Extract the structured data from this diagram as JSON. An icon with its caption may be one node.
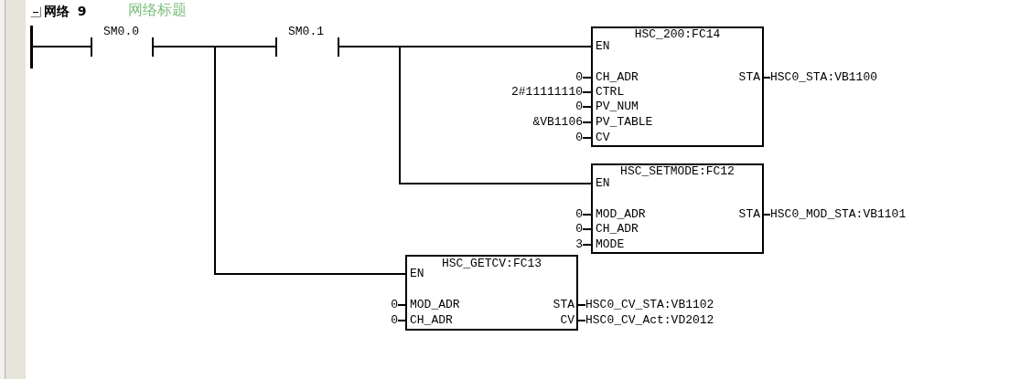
{
  "diagram": {
    "title": "网络 9",
    "nodes": [
      {
        "text": [],
        "shape": "bar"
      },
      {
        "text": [],
        "shape": "bar"
      },
      {
        "text": [
          "SM0.0"
        ]
      },
      {
        "text": [
          "SM0.1"
        ]
      },
      {
        "text": [
          "HSC_200:FC14",
          "EN",
          "CH_ADR",
          "CTRL",
          "PV_NUM",
          "PV_TABLE",
          "CV",
          "STA"
        ]
      },
      {
        "text": [
          "0"
        ]
      },
      {
        "text": [
          "2#11111110"
        ]
      },
      {
        "text": [
          "0"
        ]
      },
      {
        "text": [
          "&VB1106"
        ]
      },
      {
        "text": [
          "0"
        ]
      },
      {
        "text": [
          "HSC0_STA:VB1100"
        ]
      },
      {
        "text": [
          "HSC_SETMODE:FC12",
          "EN",
          "MOD_ADR",
          "CH_ADR",
          "MODE",
          "STA"
        ]
      },
      {
        "text": [
          "0"
        ]
      },
      {
        "text": [
          "0"
        ]
      },
      {
        "text": [
          "3"
        ]
      },
      {
        "text": [
          "HSC0_MOD_STA:VB1101"
        ]
      },
      {
        "text": [
          "HSC_GETCV:FC13",
          "EN",
          "MOD_ADR",
          "CH_ADR",
          "STA",
          "CV"
        ]
      },
      {
        "text": [
          "0"
        ]
      },
      {
        "text": [
          "0"
        ]
      },
      {
        "text": [
          "HSC0_CV_STA:VB1102"
        ]
      },
      {
        "text": [
          "HSC0_CV_Act:VD2012"
        ]
      }
    ],
    "edges": [
      {
        "from": 1,
        "to": 2,
        "arrow": "none"
      },
      {
        "from": 2,
        "to": 3,
        "arrow": "none"
      },
      {
        "from": 3,
        "to": 4,
        "arrow": "none"
      },
      {
        "from": 3,
        "to": 11,
        "arrow": "none"
      },
      {
        "from": 2,
        "to": 16,
        "arrow": "none"
      },
      {
        "from": 5,
        "to": 4,
        "arrow": "none"
      },
      {
        "from": 6,
        "to": 4,
        "arrow": "none"
      },
      {
        "from": 7,
        "to": 4,
        "arrow": "none"
      },
      {
        "from": 8,
        "to": 4,
        "arrow": "none"
      },
      {
        "from": 9,
        "to": 4,
        "arrow": "none"
      },
      {
        "from": 4,
        "to": 10,
        "arrow": "none"
      },
      {
        "from": 12,
        "to": 11,
        "arrow": "none"
      },
      {
        "from": 13,
        "to": 11,
        "arrow": "none"
      },
      {
        "from": 14,
        "to": 11,
        "arrow": "none"
      },
      {
        "from": 11,
        "to": 15,
        "arrow": "none"
      },
      {
        "from": 17,
        "to": 16,
        "arrow": "none"
      },
      {
        "from": 18,
        "to": 16,
        "arrow": "none"
      },
      {
        "from": 16,
        "to": 19,
        "arrow": "none"
      },
      {
        "from": 16,
        "to": 20,
        "arrow": "none"
      }
    ],
    "labels": [
      "网络标题"
    ]
  }
}
